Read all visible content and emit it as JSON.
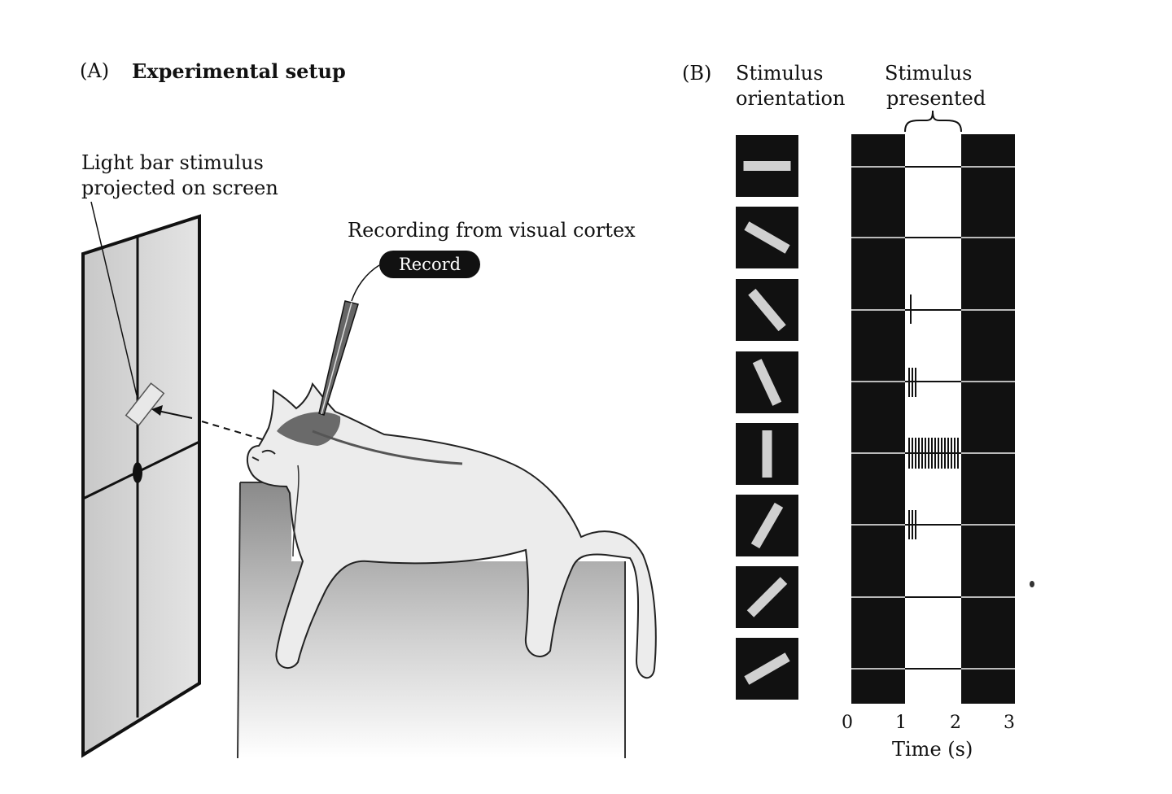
{
  "panel_a": {
    "letter": "(A)",
    "title": "Experimental setup",
    "stimulus_label_1": "Light bar stimulus",
    "stimulus_label_2": "projected on screen",
    "recording_label": "Recording from visual cortex",
    "record_button": "Record"
  },
  "panel_b": {
    "letter": "(B)",
    "orientation_header_1": "Stimulus",
    "orientation_header_2": "orientation",
    "presented_header_1": "Stimulus",
    "presented_header_2": "presented",
    "x_ticks": [
      "0",
      "1",
      "2",
      "3"
    ],
    "x_label": "Time (s)",
    "orientations_deg": [
      0,
      30,
      50,
      65,
      90,
      120,
      135,
      150
    ],
    "spike_counts": [
      0,
      0,
      1,
      3,
      16,
      3,
      0,
      0
    ],
    "stimulus_window_s": [
      1,
      2
    ],
    "time_range_s": [
      0,
      3
    ]
  },
  "colors": {
    "ink": "#111111",
    "screen": "#d8d8d8",
    "stimulus_bar": "#d0d0d0",
    "table_shade": "#8a8a8a"
  }
}
